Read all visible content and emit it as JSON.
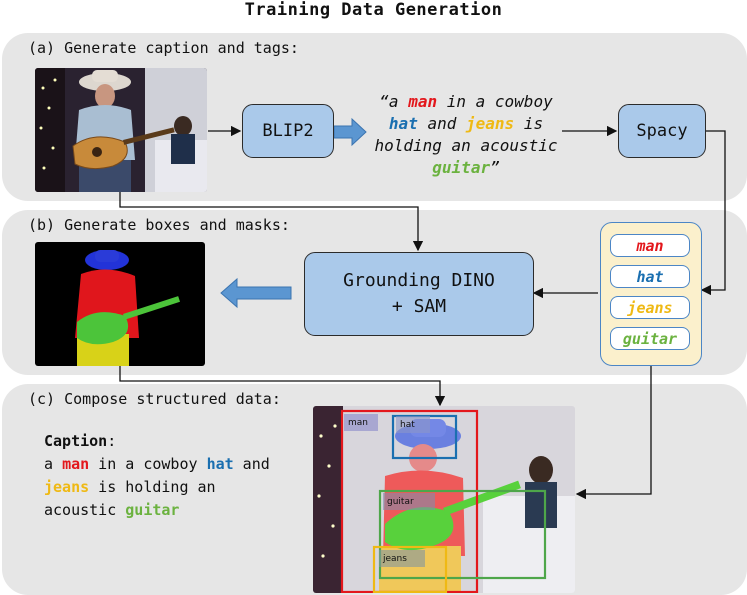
{
  "title": "Training Data Generation",
  "panels": {
    "a": "(a) Generate caption and tags:",
    "b": "(b) Generate boxes and masks:",
    "c": "(c) Compose structured data:"
  },
  "boxes": {
    "blip2": "BLIP2",
    "spacy": "Spacy",
    "grounding_line1": "Grounding DINO",
    "grounding_line2": "+ SAM"
  },
  "quote": {
    "open": "“a ",
    "man": "man",
    "t1": " in a cowboy",
    "hat": "hat",
    "t2": " and ",
    "jeans": "jeans",
    "t3": " is",
    "t4": "holding an acoustic",
    "guitar": "guitar",
    "close": "”"
  },
  "tags": [
    "man",
    "hat",
    "jeans",
    "guitar"
  ],
  "caption": {
    "label": "Caption",
    "colon": ":",
    "p1": "a ",
    "man": "man",
    "p2": " in a cowboy ",
    "hat": "hat",
    "p3": " and",
    "jeans": "jeans",
    "p4": " is holding an",
    "p5": "acoustic ",
    "guitar": "guitar"
  },
  "detections": {
    "man": "man",
    "hat": "hat",
    "guitar": "guitar",
    "jeans": "jeans"
  },
  "colors": {
    "man": "#e3171c",
    "hat": "#1a6fb0",
    "jeans": "#efb914",
    "guitar": "#6bb23f",
    "box_fill": "#aac9ea",
    "panel": "#e6e6e6",
    "tags_bg": "#fbf0cc"
  }
}
